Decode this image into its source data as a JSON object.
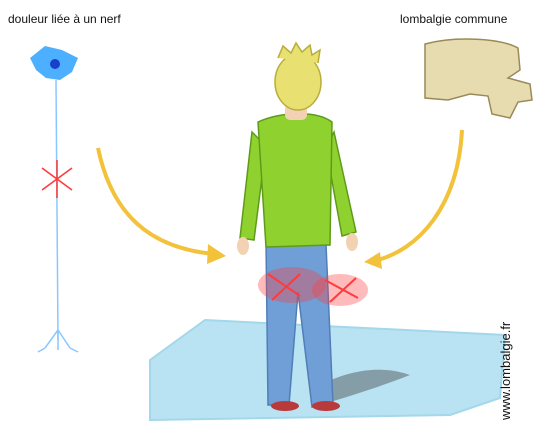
{
  "labels": {
    "nerve_pain": "douleur liée à un nerf",
    "common_back_pain": "lombalgie commune"
  },
  "watermark": "www.lombalgie.fr",
  "colors": {
    "shirt": "#8fd12f",
    "pants": "#6f9fd6",
    "hair": "#e8e070",
    "skin": "#f3d2b4",
    "arrow": "#f2c23a",
    "floor": "#b9e3f2",
    "pain": "#ff3b3b",
    "nerve": "#3aa6ff",
    "bone": "#e7dcb0"
  },
  "icons": [
    "neuron-icon",
    "vertebra-icon",
    "pain-burst-icon",
    "arrow-left-icon",
    "arrow-right-icon"
  ]
}
